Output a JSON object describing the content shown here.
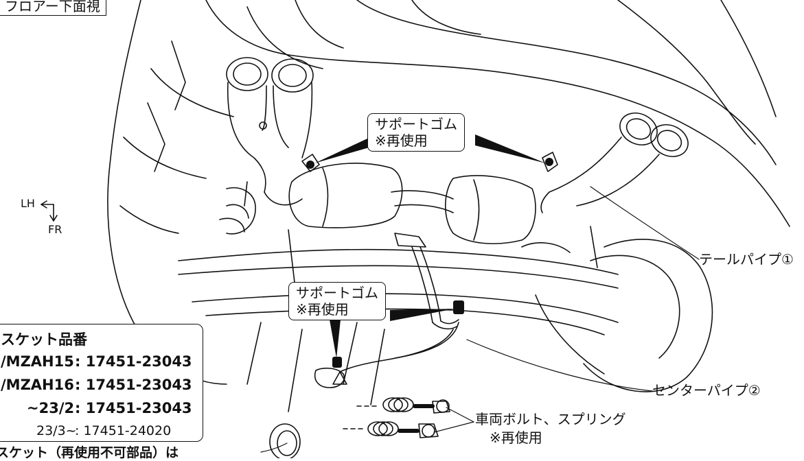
{
  "title": "フロアー下面視",
  "direction": {
    "left": "LH",
    "front": "FR"
  },
  "callouts": {
    "support_rubber_top": {
      "line1": "サポートゴム",
      "line2": "※再使用"
    },
    "support_rubber_mid": {
      "line1": "サポートゴム",
      "line2": "※再使用"
    }
  },
  "labels": {
    "tail_pipe": "テールパイプ①",
    "center_pipe": "センターパイプ②",
    "bolt_spring": "車両ボルト、スプリング",
    "bolt_spring_note": "※再使用"
  },
  "gasket_box": {
    "heading": "スケット品番",
    "rows": [
      {
        "model": "/MZAH15",
        "part": ": 17451-23043"
      },
      {
        "model": "/MZAH16",
        "part": ": 17451-23043"
      },
      {
        "model": "~23/2",
        "part": ": 17451-23043"
      },
      {
        "model": "23/3~",
        "part": ": 17451-24020"
      }
    ]
  },
  "bottom_note": "スケット（再使用不可部品）は"
}
